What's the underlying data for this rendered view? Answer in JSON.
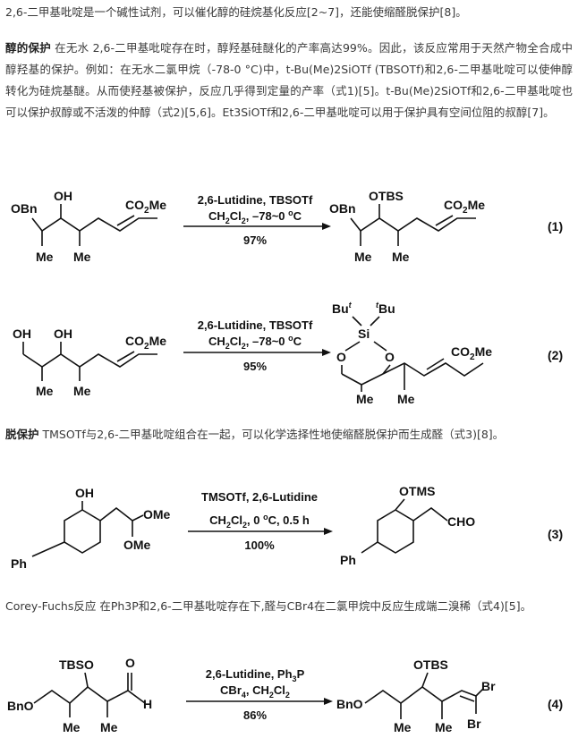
{
  "intro": "2,6-二甲基吡啶是一个碱性试剂，可以催化醇的硅烷基化反应[2~7]，还能使缩醛脱保护[8]。",
  "protection": {
    "title": "醇的保护",
    "text": "在无水 2,6-二甲基吡啶存在时，醇羟基硅醚化的产率高达99%。因此，该反应常用于天然产物全合成中醇羟基的保护。例如：在无水二氯甲烷（-78-0 °C)中，t-Bu(Me)2SiOTf (TBSOTf)和2,6-二甲基吡啶可以使伸醇转化为硅烷基醚。从而使羟基被保护，反应几乎得到定量的产率（式1)[5]。t-Bu(Me)2SiOTf和2,6-二甲基吡啶也可以保护叔醇或不活泼的仲醇（式2)[5,6]。Et3SiOTf和2,6-二甲基吡啶可以用于保护具有空间位阻的叔醇[7]。"
  },
  "deprotection": {
    "title": "脱保护",
    "text": "TMSOTf与2,6-二甲基吡啶组合在一起，可以化学选择性地使缩醛脱保护而生成醛（式3)[8]。"
  },
  "corey": {
    "title": "Corey-Fuchs反应",
    "text": "在Ph3P和2,6-二甲基吡啶存在下,醛与CBr4在二氯甲烷中反应生成端二溴稀（式4)[5]。"
  },
  "schemes": {
    "s1": {
      "reagent": "2,6-Lutidine, TBSOTf",
      "solvent_main": "CH",
      "solvent_sub": "2",
      "solvent_main2": "Cl",
      "solvent_tail": ", –78~0 ",
      "deg": "o",
      "unit": "C",
      "yield": "97%",
      "number": "(1)",
      "lbl_obn": "OBn",
      "lbl_oh": "OH",
      "lbl_co2me_a": "CO",
      "lbl_co2me_b": "2",
      "lbl_co2me_c": "Me",
      "lbl_me1": "Me",
      "lbl_me2": "Me",
      "lbl_otbs": "OTBS"
    },
    "s2": {
      "reagent": "2,6-Lutidine, TBSOTf",
      "solvent_main": "CH",
      "solvent_sub": "2",
      "solvent_main2": "Cl",
      "solvent_tail": ", –78~0 ",
      "deg": "o",
      "unit": "C",
      "yield": "95%",
      "number": "(2)",
      "lbl_oh1": "OH",
      "lbl_oh2": "OH",
      "lbl_co2me_a": "CO",
      "lbl_co2me_b": "2",
      "lbl_co2me_c": "Me",
      "lbl_me1": "Me",
      "lbl_me2": "Me",
      "lbl_bu1": "Bu",
      "lbl_bu2": "Bu",
      "lbl_t": "t",
      "lbl_si": "Si",
      "lbl_o1": "O",
      "lbl_o2": "O"
    },
    "s3": {
      "reagent": "TMSOTf, 2,6-Lutidine",
      "solvent_main": "CH",
      "solvent_sub": "2",
      "solvent_main2": "Cl",
      "solvent_tail": ", 0 ",
      "deg": "o",
      "unit": "C, 0.5 h",
      "yield": "100%",
      "number": "(3)",
      "lbl_oh": "OH",
      "lbl_ome1": "OMe",
      "lbl_ome2": "OMe",
      "lbl_ph1": "Ph",
      "lbl_ph2": "Ph",
      "lbl_otms": "OTMS",
      "lbl_cho": "CHO"
    },
    "s4": {
      "reagent_a": "2,6-Lutidine, Ph",
      "reagent_b": "3",
      "reagent_c": "P",
      "reagent2_a": "CBr",
      "reagent2_b": "4",
      "reagent2_c": ", CH",
      "reagent2_d": "2",
      "reagent2_e": "Cl",
      "reagent2_f": "2",
      "yield": "86%",
      "number": "(4)",
      "lbl_tbso": "TBSO",
      "lbl_o": "O",
      "lbl_h": "H",
      "lbl_bno": "BnO",
      "lbl_me1": "Me",
      "lbl_me2": "Me",
      "lbl_otbs": "OTBS",
      "lbl_me3": "Me",
      "lbl_me4": "Me",
      "lbl_bno2": "BnO",
      "lbl_br1": "Br",
      "lbl_br2": "Br"
    }
  }
}
